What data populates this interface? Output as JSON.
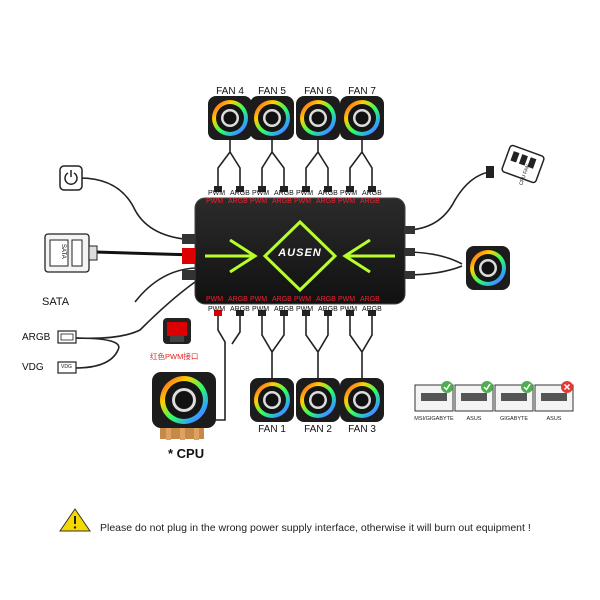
{
  "hub": {
    "brand": "AUSEN"
  },
  "fans": {
    "top": [
      "FAN 4",
      "FAN 5",
      "FAN 6",
      "FAN 7"
    ],
    "bottom": [
      "FAN 1",
      "FAN 2",
      "FAN 3"
    ]
  },
  "ports": {
    "pwm": "PWM",
    "argb": "ARGB"
  },
  "connectors": {
    "sata": "SATA",
    "argb": "ARGB",
    "vdg": "VDG",
    "cpu": "* CPU",
    "cpu_fan": "CPU FAN",
    "red_pwm_caption": "红色PWM接口"
  },
  "motherboards": [
    {
      "name": "MSI/GIGABYTE",
      "compatible": true
    },
    {
      "name": "ASUS",
      "compatible": true
    },
    {
      "name": "GIGABYTE",
      "compatible": true
    },
    {
      "name": "ASUS",
      "compatible": false
    }
  ],
  "warning": "Please do not plug in the wrong power supply interface, otherwise it will burn out equipment !",
  "colors": {
    "hub_accent": "#b6ff2a",
    "warning_yellow": "#f5d800",
    "compatible_green": "#4caf50",
    "incompatible_red": "#e53935",
    "pwm_red": "#e02020"
  }
}
